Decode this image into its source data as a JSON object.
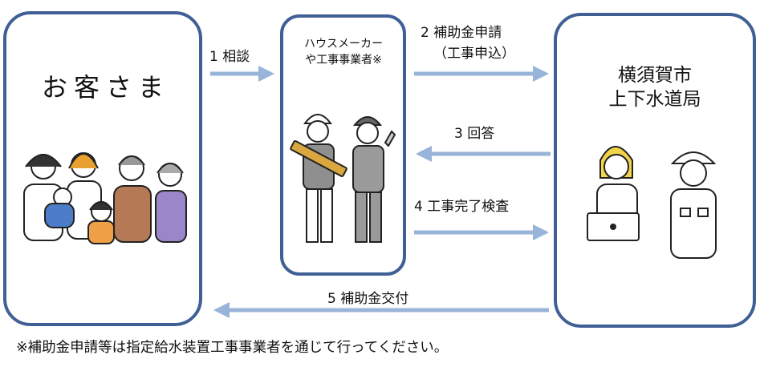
{
  "customer": {
    "title": "お客さま"
  },
  "maker": {
    "title_line1": "ハウスメーカー",
    "title_line2": "や工事事業者※"
  },
  "city": {
    "title_line1": "横須賀市",
    "title_line2": "上下水道局"
  },
  "steps": {
    "step1": "1  相談",
    "step2_line1": "2  補助金申請",
    "step2_line2": "（工事申込）",
    "step3": "3  回答",
    "step4": "4  工事完了検査",
    "step5": "5  補助金交付"
  },
  "footnote": "※補助金申請等は指定給水装置工事事業者を通じて行ってください。",
  "colors": {
    "border": "#3f5f95",
    "arrow": "#98b4d8"
  },
  "icons": [
    "family-illustration",
    "workers-illustration",
    "staff-illustration"
  ]
}
